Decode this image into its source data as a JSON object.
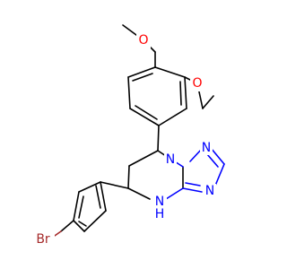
{
  "molecule": {
    "atoms": {
      "o_top": "O",
      "o_right": "O",
      "n1": "N",
      "n2": "N",
      "n3": "N",
      "nh": "N",
      "nh_h": "H",
      "br": "Br"
    },
    "colors": {
      "oxygen": "#ff0000",
      "nitrogen": "#0000ff",
      "bromine": "#a52a2a",
      "carbon": "#000000"
    }
  }
}
